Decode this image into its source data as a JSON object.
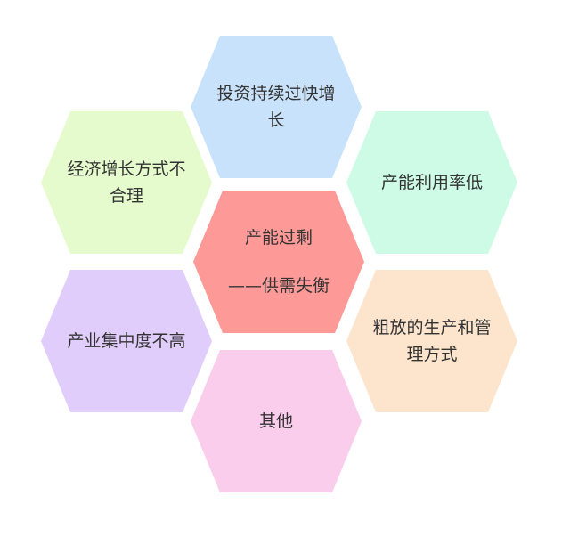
{
  "hexagons": [
    {
      "id": "top",
      "lines": [
        "投资持续过快增",
        "长"
      ],
      "color": "#c9e2fb"
    },
    {
      "id": "top-left",
      "lines": [
        "经济增长方式不",
        "合理"
      ],
      "color": "#e6fbcd"
    },
    {
      "id": "top-right",
      "lines": [
        "产能利用率低"
      ],
      "color": "#cdfbe5"
    },
    {
      "id": "center",
      "lines": [
        "产能过剩",
        "——供需失衡"
      ],
      "color": "#fd9a98"
    },
    {
      "id": "bottom-left",
      "lines": [
        "产业集中度不高"
      ],
      "color": "#e1cdfb"
    },
    {
      "id": "bottom-right",
      "lines": [
        "粗放的生产和管",
        "理方式"
      ],
      "color": "#fde5cd"
    },
    {
      "id": "bottom",
      "lines": [
        "其他"
      ],
      "color": "#fbcdec"
    }
  ]
}
